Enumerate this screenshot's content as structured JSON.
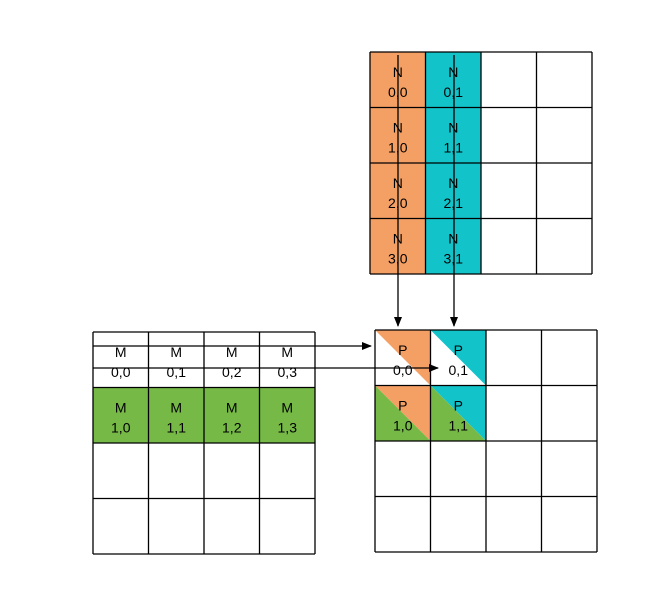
{
  "colors": {
    "orange": "#F4A064",
    "cyan": "#12C3C9",
    "green": "#76B947",
    "grid": "#000000",
    "background": "#ffffff"
  },
  "n_matrix": {
    "name": "N",
    "cells": [
      {
        "row": 0,
        "col": 0,
        "label": "N",
        "index": "0,0",
        "color": "orange"
      },
      {
        "row": 0,
        "col": 1,
        "label": "N",
        "index": "0,1",
        "color": "cyan"
      },
      {
        "row": 1,
        "col": 0,
        "label": "N",
        "index": "1,0",
        "color": "orange"
      },
      {
        "row": 1,
        "col": 1,
        "label": "N",
        "index": "1,1",
        "color": "cyan"
      },
      {
        "row": 2,
        "col": 0,
        "label": "N",
        "index": "2,0",
        "color": "orange"
      },
      {
        "row": 2,
        "col": 1,
        "label": "N",
        "index": "2,1",
        "color": "cyan"
      },
      {
        "row": 3,
        "col": 0,
        "label": "N",
        "index": "3,0",
        "color": "orange"
      },
      {
        "row": 3,
        "col": 1,
        "label": "N",
        "index": "3,1",
        "color": "cyan"
      }
    ]
  },
  "m_matrix": {
    "name": "M",
    "cells": [
      {
        "row": 0,
        "col": 0,
        "label": "M",
        "index": "0,0",
        "color": null
      },
      {
        "row": 0,
        "col": 1,
        "label": "M",
        "index": "0,1",
        "color": null
      },
      {
        "row": 0,
        "col": 2,
        "label": "M",
        "index": "0,2",
        "color": null
      },
      {
        "row": 0,
        "col": 3,
        "label": "M",
        "index": "0,3",
        "color": null
      },
      {
        "row": 1,
        "col": 0,
        "label": "M",
        "index": "1,0",
        "color": "green"
      },
      {
        "row": 1,
        "col": 1,
        "label": "M",
        "index": "1,1",
        "color": "green"
      },
      {
        "row": 1,
        "col": 2,
        "label": "M",
        "index": "1,2",
        "color": "green"
      },
      {
        "row": 1,
        "col": 3,
        "label": "M",
        "index": "1,3",
        "color": "green"
      }
    ]
  },
  "p_matrix": {
    "name": "P",
    "cells": [
      {
        "row": 0,
        "col": 0,
        "label": "P",
        "index": "0,0",
        "top": "orange",
        "bottom": null
      },
      {
        "row": 0,
        "col": 1,
        "label": "P",
        "index": "0,1",
        "top": "cyan",
        "bottom": null
      },
      {
        "row": 1,
        "col": 0,
        "label": "P",
        "index": "1,0",
        "top": "orange",
        "bottom": "green"
      },
      {
        "row": 1,
        "col": 1,
        "label": "P",
        "index": "1,1",
        "top": "cyan",
        "bottom": "green"
      }
    ]
  }
}
